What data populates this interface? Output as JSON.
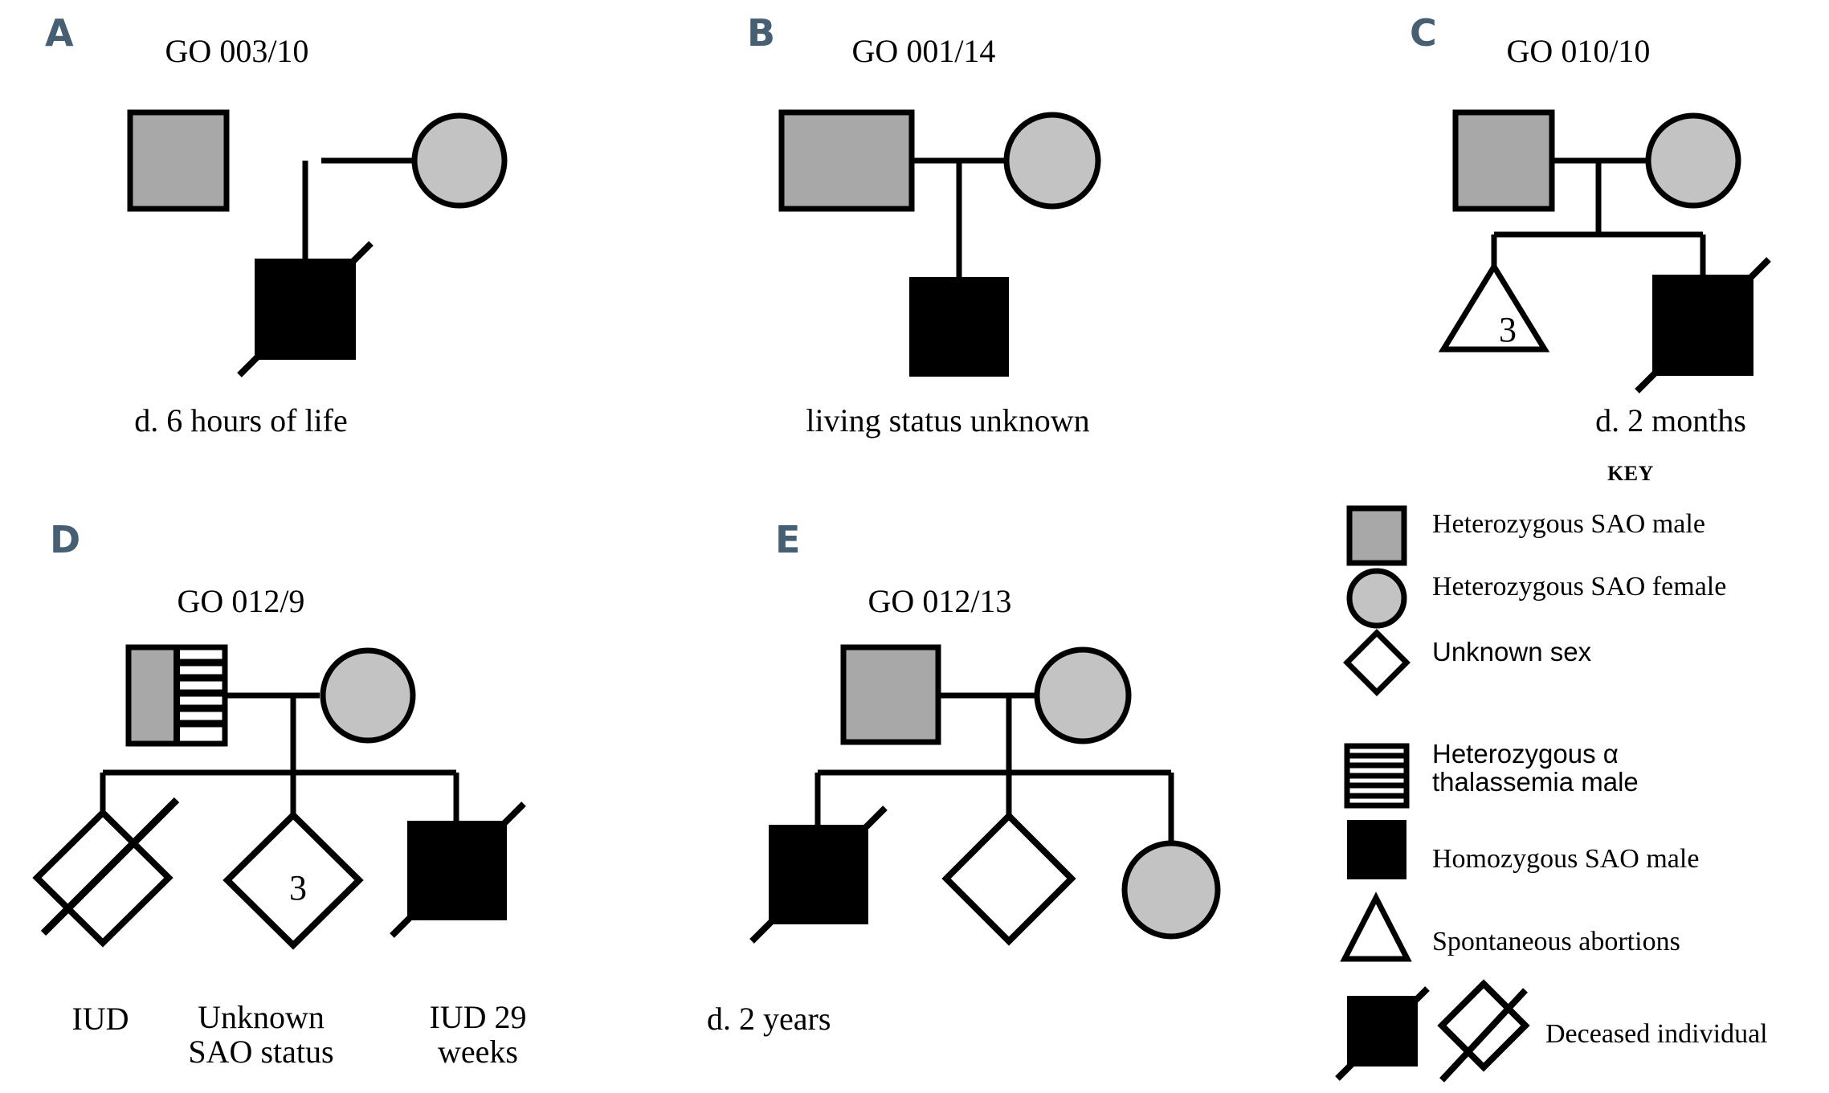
{
  "figure": {
    "type": "pedigree-diagram",
    "panels": [
      {
        "letter": "A",
        "title": "GO 003/10",
        "note": "d. 6 hours of life",
        "members": [
          {
            "role": "father",
            "symbol": "square",
            "fill": "heterozygous-sao-male",
            "deceased": false
          },
          {
            "role": "mother",
            "symbol": "circle",
            "fill": "heterozygous-sao-female",
            "deceased": false
          },
          {
            "role": "child-1",
            "symbol": "square",
            "fill": "homozygous-sao-male",
            "deceased": true
          }
        ]
      },
      {
        "letter": "B",
        "title": "GO 001/14",
        "note": "living status unknown",
        "members": [
          {
            "role": "father",
            "symbol": "square",
            "fill": "heterozygous-sao-male",
            "deceased": false
          },
          {
            "role": "mother",
            "symbol": "circle",
            "fill": "heterozygous-sao-female",
            "deceased": false
          },
          {
            "role": "child-1",
            "symbol": "square",
            "fill": "homozygous-sao-male",
            "deceased": false
          }
        ]
      },
      {
        "letter": "C",
        "title": "GO 010/10",
        "note": "d. 2 months",
        "members": [
          {
            "role": "father",
            "symbol": "square",
            "fill": "heterozygous-sao-male",
            "deceased": false
          },
          {
            "role": "mother",
            "symbol": "circle",
            "fill": "heterozygous-sao-female",
            "deceased": false
          },
          {
            "role": "child-1",
            "symbol": "triangle",
            "fill": "spontaneous-abortions",
            "count": "3",
            "deceased": false
          },
          {
            "role": "child-2",
            "symbol": "square",
            "fill": "homozygous-sao-male",
            "deceased": true
          }
        ]
      },
      {
        "letter": "D",
        "title": "GO 012/9",
        "notes": [
          "IUD",
          "Unknown SAO status",
          "IUD 29 weeks"
        ],
        "members": [
          {
            "role": "father",
            "symbol": "square",
            "fill": "heterozygous-sao-and-alpha-thalassemia-male",
            "deceased": false
          },
          {
            "role": "mother",
            "symbol": "circle",
            "fill": "heterozygous-sao-female",
            "deceased": false
          },
          {
            "role": "child-1",
            "symbol": "diamond",
            "fill": "unknown-sex",
            "deceased": true
          },
          {
            "role": "child-2",
            "symbol": "diamond",
            "fill": "unknown-sex",
            "count": "3",
            "deceased": false
          },
          {
            "role": "child-3",
            "symbol": "square",
            "fill": "homozygous-sao-male",
            "deceased": true
          }
        ]
      },
      {
        "letter": "E",
        "title": "GO 012/13",
        "note": "d. 2 years",
        "members": [
          {
            "role": "father",
            "symbol": "square",
            "fill": "heterozygous-sao-male",
            "deceased": false
          },
          {
            "role": "mother",
            "symbol": "circle",
            "fill": "heterozygous-sao-female",
            "deceased": false
          },
          {
            "role": "child-1",
            "symbol": "square",
            "fill": "homozygous-sao-male",
            "deceased": true
          },
          {
            "role": "child-2",
            "symbol": "diamond",
            "fill": "unknown-sex",
            "deceased": false
          },
          {
            "role": "child-3",
            "symbol": "circle",
            "fill": "heterozygous-sao-female",
            "deceased": false
          }
        ]
      }
    ]
  },
  "panel_a": {
    "letter": "A",
    "title": "GO 003/10",
    "note": "d. 6 hours of life"
  },
  "panel_b": {
    "letter": "B",
    "title": "GO 001/14",
    "note": "living status unknown"
  },
  "panel_c": {
    "letter": "C",
    "title": "GO 010/10",
    "note": "d. 2 months",
    "abortion_count": "3"
  },
  "panel_d": {
    "letter": "D",
    "title": "GO 012/9",
    "note_1": "IUD",
    "note_2_line1": "Unknown",
    "note_2_line2": "SAO status",
    "note_3_line1": "IUD 29",
    "note_3_line2": "weeks",
    "unknown_count": "3"
  },
  "panel_e": {
    "letter": "E",
    "title": "GO 012/13",
    "note": "d. 2 years"
  },
  "key": {
    "title": "KEY",
    "items": [
      {
        "symbol": "gray-square",
        "label": "Heterozygous SAO male"
      },
      {
        "symbol": "gray-circle",
        "label": "Heterozygous SAO female"
      },
      {
        "symbol": "open-diamond",
        "label": "Unknown sex"
      },
      {
        "symbol": "striped-square",
        "label_line1": "Heterozygous α",
        "label_line2": "thalassemia male"
      },
      {
        "symbol": "black-square",
        "label": "Homozygous SAO male"
      },
      {
        "symbol": "open-triangle",
        "label": "Spontaneous abortions"
      },
      {
        "symbol": "slashed-black-square-and-slashed-diamond",
        "label": "Deceased individual"
      }
    ]
  },
  "colors": {
    "male_gray": "#a8a8a8",
    "female_gray": "#c3c3c3",
    "affected_black": "#000000",
    "stroke": "#000000",
    "panel_letter": "#465f73",
    "background": "#ffffff"
  }
}
